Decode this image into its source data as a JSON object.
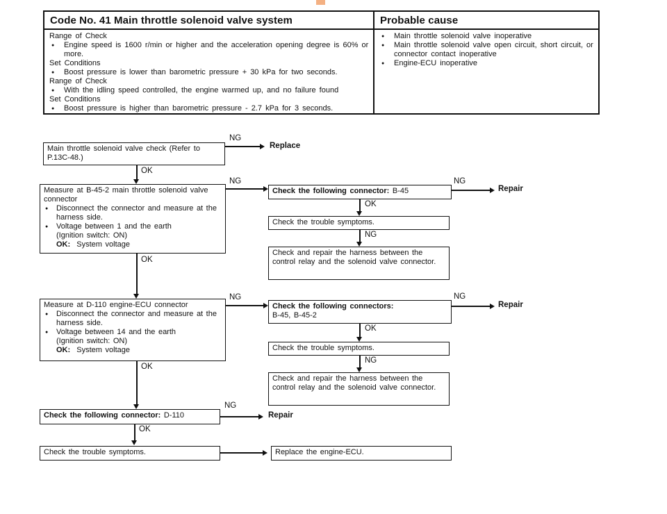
{
  "glyphs": {
    "bullet": "●"
  },
  "colors": {
    "accent": "#f4b183",
    "ink": "#111111"
  },
  "artifact": {
    "css": "background:#f4b183"
  },
  "table": {
    "left_header": "Code No. 41 Main throttle solenoid valve system",
    "right_header": "Probable cause",
    "left_items": [
      {
        "text": "Range of Check"
      },
      {
        "text": "Engine speed is 1600 r/min or higher and the acceleration opening degree is 60% or more."
      },
      {
        "text": "Set Conditions"
      },
      {
        "text": "Boost pressure is lower than barometric pressure + 30 kPa for two seconds."
      },
      {
        "text": "Range of Check"
      },
      {
        "text": "With the idling speed controlled, the engine warmed up, and no failure found"
      },
      {
        "text": "Set Conditions"
      },
      {
        "text": "Boost pressure is higher than barometric pressure - 2.7 kPa for 3 seconds."
      }
    ],
    "right_items": [
      {
        "text": "Main throttle solenoid valve inoperative"
      },
      {
        "text": "Main throttle solenoid valve open circuit, short circuit, or connector contact inoperative"
      },
      {
        "text": "Engine-ECU inoperative"
      }
    ]
  },
  "flow": {
    "ng": "NG",
    "ok": "OK",
    "replace": "Replace",
    "repair": "Repair",
    "box1": {
      "text": "Main throttle solenoid valve check (Refer to P.13C-48.)"
    },
    "box2": {
      "title": "Measure at B-45-2 main throttle solenoid valve connector",
      "bullet1": "Disconnect the connector and measure at the harness side.",
      "bullet2a": "Voltage between 1 and the earth",
      "bullet2b": "(Ignition switch: ON)",
      "ok_key": "OK:",
      "ok_val": "  System voltage"
    },
    "rbox1": {
      "bold": "Check the following connector:",
      "rest": " B-45"
    },
    "symptoms": "Check the trouble symptoms.",
    "harness": "Check and repair the harness between the control relay and the solenoid valve connector.",
    "box3": {
      "title": "Measure at D-110 engine-ECU connector",
      "bullet1": "Disconnect the connector and measure at the harness side.",
      "bullet2a": "Voltage between 14 and the earth",
      "bullet2b": "(Ignition switch: ON)",
      "ok_key": "OK:",
      "ok_val": "  System voltage"
    },
    "rbox4": {
      "bold": "Check the following connectors:",
      "rest": "B-45, B-45-2"
    },
    "box4": {
      "bold": "Check the following connector:",
      "rest": " D-110"
    },
    "replace_ecu": "Replace the engine-ECU."
  }
}
